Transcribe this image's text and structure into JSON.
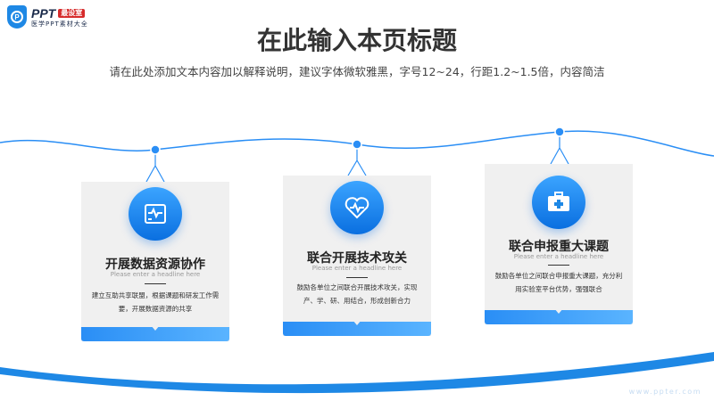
{
  "logo": {
    "mark": "P",
    "brand": "PPT",
    "tag": "最设室",
    "tagline": "医学PPT素材大全"
  },
  "header": {
    "title": "在此输入本页标题",
    "subtitle": "请在此处添加文本内容加以解释说明，建议字体微软雅黑，字号12~24，行距1.2~1.5倍，内容简洁"
  },
  "cards": [
    {
      "icon": "monitor-chart-icon",
      "title": "开展数据资源协作",
      "subtitle": "Please enter a headline here",
      "body": "建立互助共享联盟，根据课题和研发工作需要，开展数据资源的共享"
    },
    {
      "icon": "heart-pulse-icon",
      "title": "联合开展技术攻关",
      "subtitle": "Please enter a headline here",
      "body": "鼓励各单位之间联合开展技术攻关，实现产、学、研、用结合，形成创新合力"
    },
    {
      "icon": "medical-kit-icon",
      "title": "联合申报重大课题",
      "subtitle": "Please enter a headline here",
      "body": "鼓励各单位之间联合申报重大课题，充分利用实验室平台优势，强强联合"
    }
  ],
  "footer": {
    "url": "www.ppter.com"
  },
  "colors": {
    "accent": "#1e88e5",
    "card": "#f0f0f0",
    "title": "#333333"
  }
}
